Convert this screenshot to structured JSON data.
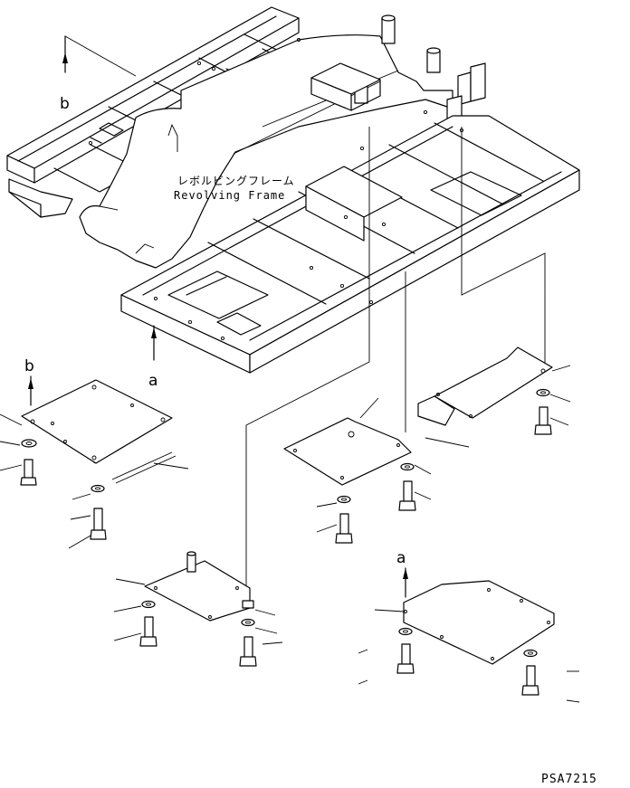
{
  "frame_label": {
    "japanese": "レボルビングフレーム",
    "english": "Revolving Frame"
  },
  "callouts": {
    "a": "a",
    "b": "b"
  },
  "drawing_code": "PSA7215",
  "colors": {
    "line": "#000000",
    "background": "#ffffff"
  }
}
